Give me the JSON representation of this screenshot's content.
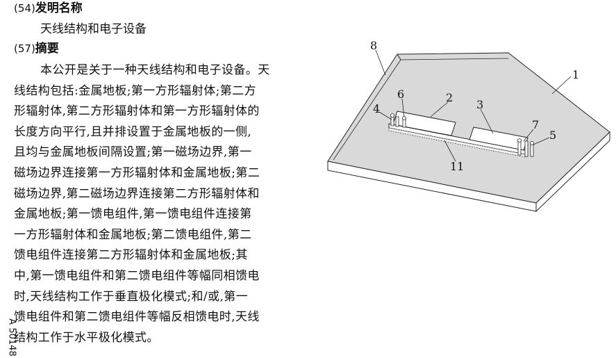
{
  "header": {
    "title_code": "(54)",
    "title_label": "发明名称",
    "title_text": "天线结构和电子设备",
    "abstract_code": "(57)",
    "abstract_label": "摘要"
  },
  "abstract_lines": [
    "本公开是关于一种天线结构和电子设备。天",
    "线结构包括:金属地板;第一方形辐射体;第二方",
    "形辐射体,第二方形辐射体和第一方形辐射体的",
    "长度方向平行,且并排设置于金属地板的一侧,",
    "且均与金属地板间隔设置;第一磁场边界,第一",
    "磁场边界连接第一方形辐射体和金属地板;第二",
    "磁场边界,第二磁场边界连接第二方形辐射体和",
    "金属地板;第一馈电组件,第一馈电组件连接第",
    "一方形辐射体和金属地板;第二馈电组件,第二",
    "馈电组件连接第二方形辐射体和金属地板;其",
    "中,第一馈电组件和第二馈电组件等幅同相馈电",
    "时,天线结构工作于垂直极化模式;和/或,第一",
    "馈电组件和第二馈电组件等幅反相馈电时,天线",
    "结构工作于水平极化模式。"
  ],
  "side_code": "A 50148",
  "figure": {
    "labels": {
      "l1": "1",
      "l2": "2",
      "l3": "3",
      "l4": "4",
      "l5": "5",
      "l6": "6",
      "l7": "7",
      "l8": "8",
      "l11": "11"
    }
  }
}
